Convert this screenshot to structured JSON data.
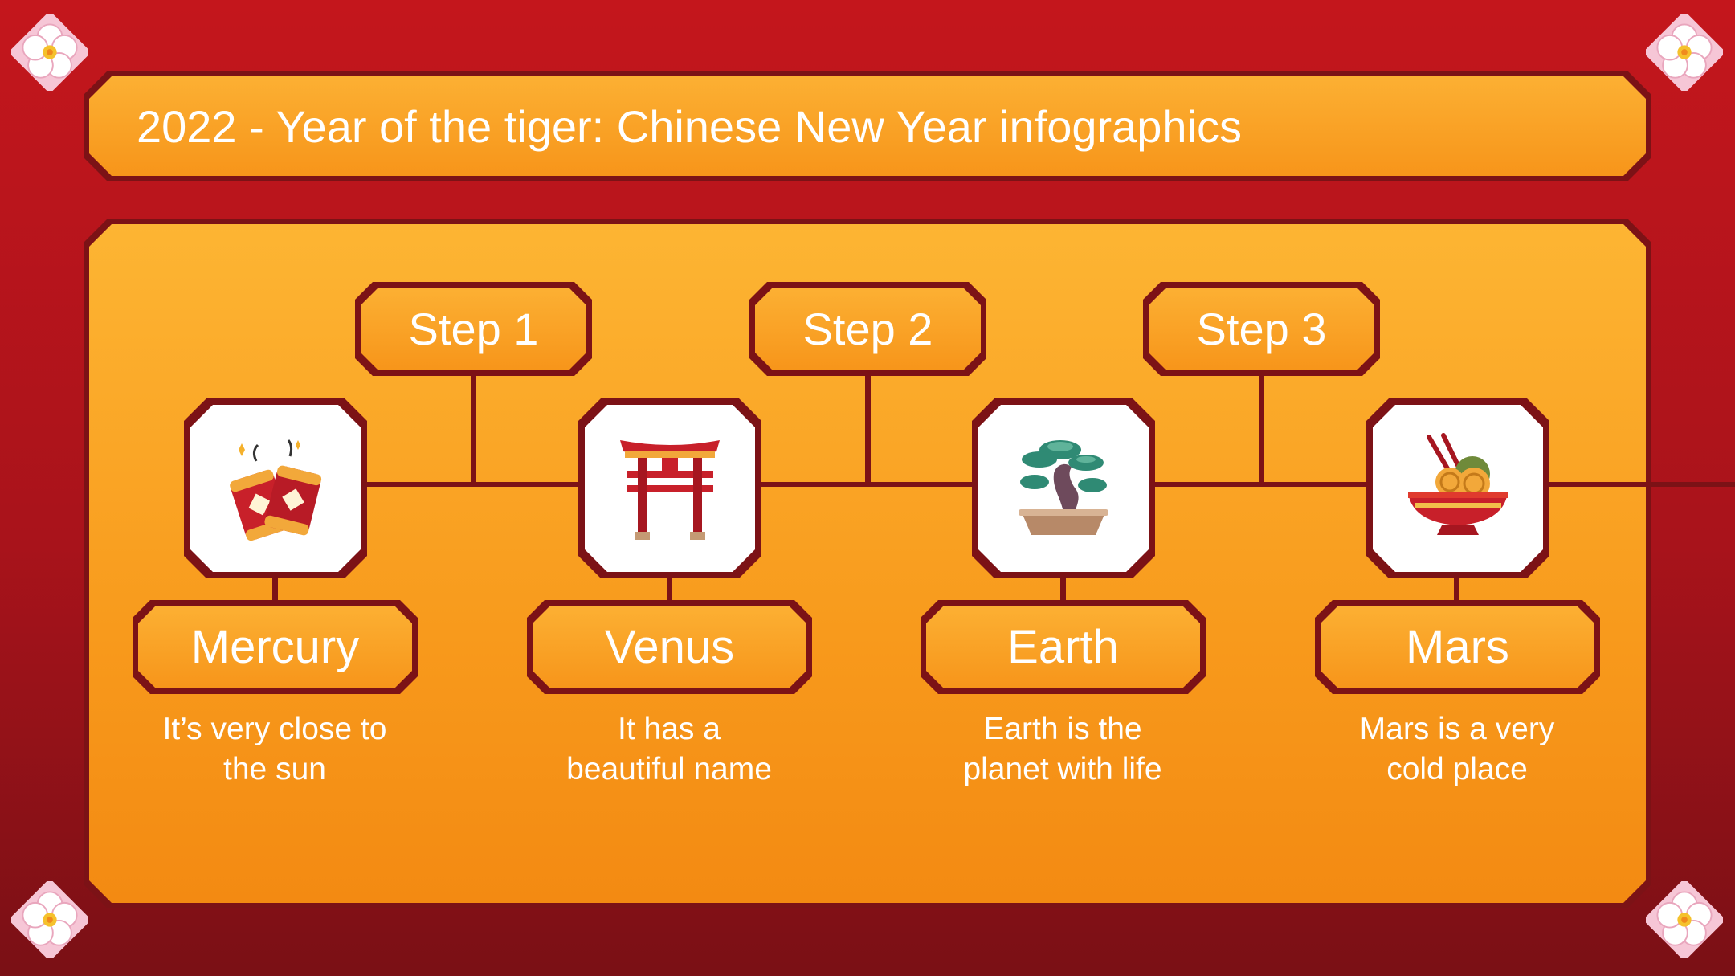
{
  "title": "2022 - Year of the tiger: Chinese New Year infographics",
  "steps": [
    {
      "label": "Step 1"
    },
    {
      "label": "Step 2"
    },
    {
      "label": "Step 3"
    }
  ],
  "items": [
    {
      "name": "Mercury",
      "line1": "It’s very close to",
      "line2": "the sun",
      "icon": "firecrackers-icon"
    },
    {
      "name": "Venus",
      "line1": "It has a",
      "line2": "beautiful name",
      "icon": "torii-gate-icon"
    },
    {
      "name": "Earth",
      "line1": "Earth is the",
      "line2": "planet with life",
      "icon": "bonsai-tree-icon"
    },
    {
      "name": "Mars",
      "line1": "Mars is a very",
      "line2": "cold place",
      "icon": "noodle-bowl-icon"
    }
  ],
  "colors": {
    "background_red": "#c4161c",
    "border_dark_red": "#7c1216",
    "orange": "#f89a1c",
    "text": "#ffffff"
  }
}
